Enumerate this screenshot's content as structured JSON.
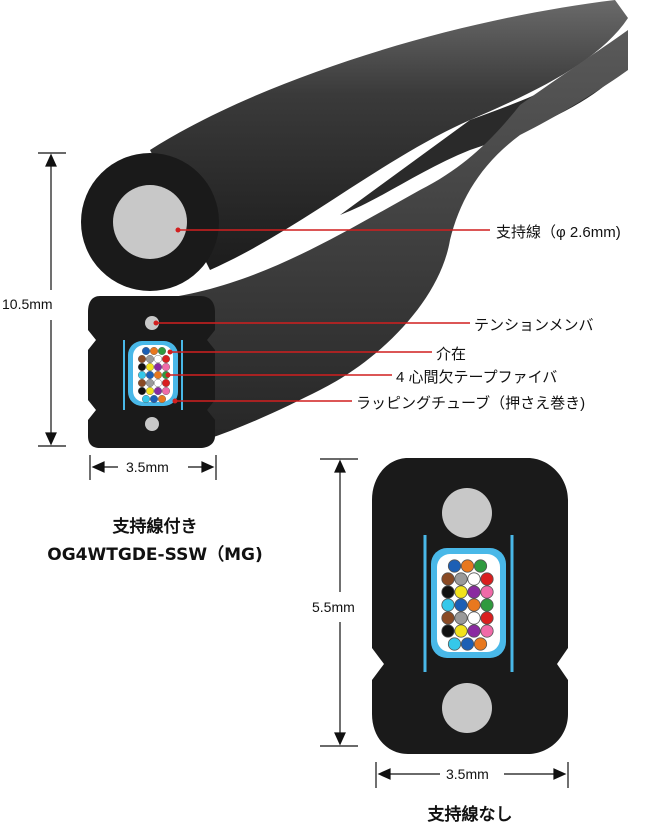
{
  "callouts": {
    "support_wire": "支持線（φ 2.6mm)",
    "tension_member": "テンションメンバ",
    "spacer": "介在",
    "fiber_ribbon": "4 心間欠テープファイバ",
    "wrapping_tube": "ラッピングチューブ（押さえ巻き)"
  },
  "dimensions": {
    "with_wire_height": "10.5mm",
    "with_wire_width": "3.5mm",
    "without_wire_height": "5.5mm",
    "without_wire_width": "3.5mm"
  },
  "captions": {
    "with_wire_title": "支持線付き",
    "with_wire_model": "OG4WTGDE-SSW（MG)",
    "without_wire_title": "支持線なし"
  },
  "colors": {
    "jacket": "#1a1a1a",
    "jacket_highlight": "#4a4a4a",
    "support_wire": "#c8c8c8",
    "wrapping_tube": "#49b8e8",
    "leader_line": "#d11f1f",
    "fibers": [
      "#1c5fb5",
      "#e8781e",
      "#2f9a3e",
      "#8a4a24",
      "#9a9a9a",
      "#ffffff",
      "#d91e1e",
      "#111111",
      "#f2e21c",
      "#8a2aa0",
      "#f06aa8",
      "#35c8ea"
    ]
  }
}
